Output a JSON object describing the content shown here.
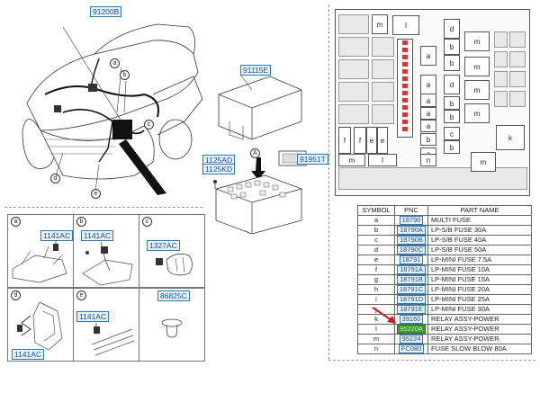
{
  "diagram": {
    "car_callout": "91200B",
    "car_letters": [
      "a",
      "b",
      "c",
      "d",
      "e"
    ],
    "junction_box_callout": "91115E",
    "fuse_box_callouts": [
      "1125AD",
      "1125KD"
    ],
    "relay_callout": "91951T",
    "detail_a_letter": "A",
    "panels": [
      {
        "letter": "a",
        "callout": "1141AC"
      },
      {
        "letter": "b",
        "callout": "1141AC"
      },
      {
        "letter": "c",
        "callout": "1327AC"
      },
      {
        "letter": "d",
        "callout": "1141AC"
      },
      {
        "letter": "e",
        "callout": "1141AC"
      },
      {
        "letter": "",
        "callout": "86825C"
      }
    ],
    "fuse_labels": {
      "m": "m",
      "l": "l",
      "d": "d",
      "b": "b",
      "c": "c",
      "a": "a",
      "f": "f",
      "e": "e",
      "n": "n",
      "k": "k"
    },
    "table": {
      "headers": [
        "SYMBOL",
        "PNC",
        "PART NAME"
      ],
      "rows": [
        {
          "sym": "a",
          "pnc": "18790",
          "name": "MULTI FUSE",
          "hl": false
        },
        {
          "sym": "b",
          "pnc": "18790A",
          "name": "LP-S/B FUSE 30A",
          "hl": false
        },
        {
          "sym": "c",
          "pnc": "18790B",
          "name": "LP-S/B FUSE 40A",
          "hl": false
        },
        {
          "sym": "d",
          "pnc": "18790C",
          "name": "LP-S/B FUSE 50A",
          "hl": false
        },
        {
          "sym": "e",
          "pnc": "18791",
          "name": "LP-MINI FUSE 7.5A",
          "hl": false
        },
        {
          "sym": "f",
          "pnc": "18791A",
          "name": "LP-MINI FUSE 10A",
          "hl": false
        },
        {
          "sym": "g",
          "pnc": "18791B",
          "name": "LP-MINI FUSE 15A",
          "hl": false
        },
        {
          "sym": "h",
          "pnc": "18791C",
          "name": "LP-MINI FUSE 20A",
          "hl": false
        },
        {
          "sym": "i",
          "pnc": "18791D",
          "name": "LP-MINI FUSE 25A",
          "hl": false
        },
        {
          "sym": "j",
          "pnc": "18791E",
          "name": "LP-MINI FUSE 30A",
          "hl": false
        },
        {
          "sym": "k",
          "pnc": "39160",
          "name": "RELAY ASSY-POWER",
          "hl": false
        },
        {
          "sym": "l",
          "pnc": "95220A",
          "name": "RELAY ASSY-POWER",
          "hl": true
        },
        {
          "sym": "m",
          "pnc": "95224",
          "name": "RELAY ASSY-POWER",
          "hl": false
        },
        {
          "sym": "n",
          "pnc": "FC080",
          "name": "FUSE SLOW BLOW 80A",
          "hl": false
        }
      ]
    },
    "colors": {
      "pnc_border": "#2a7ab8",
      "pnc_fill": "#e6f1fb",
      "highlight": "#3c9a2f",
      "arrow": "#d0191f"
    }
  }
}
